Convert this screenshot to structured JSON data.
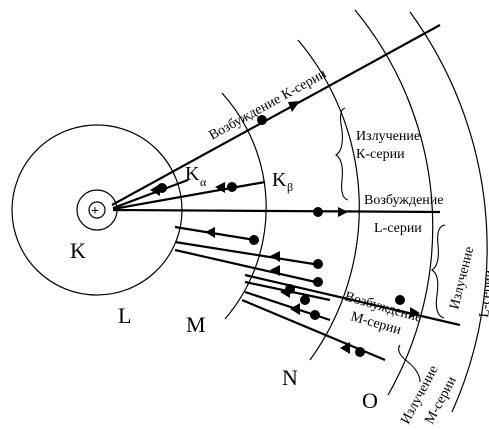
{
  "diagram": {
    "shells": [
      "K",
      "L",
      "M",
      "N",
      "O"
    ],
    "nucleus_symbol": "+",
    "lines": {
      "k_alpha": "K",
      "k_alpha_sub": "α",
      "k_beta": "K",
      "k_beta_sub": "β"
    },
    "labels": {
      "k_excitation": "Возбуждение К-серии",
      "k_emission_1": "Излучение",
      "k_emission_2": "К-серии",
      "l_excitation_1": "Возбуждение",
      "l_excitation_2": "L-серии",
      "l_emission_1": "Излучение",
      "l_emission_2": "L-серии",
      "m_excitation_1": "Возбуждение",
      "m_excitation_2": "М-серии",
      "m_emission_1": "Излучение",
      "m_emission_2": "М-серии"
    }
  }
}
